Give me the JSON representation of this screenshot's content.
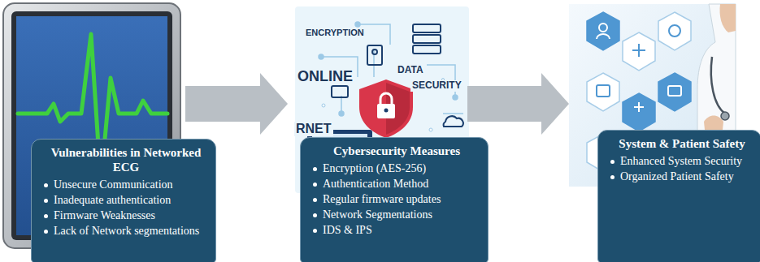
{
  "diagram": {
    "nodes": [
      {
        "text": [
          "Vulnerabilities in Networked ECG",
          "Unsecure Communication",
          "Inadequate authentication",
          "Firmware Weaknesses",
          "Lack of Network segmentations"
        ]
      },
      {
        "text": [
          "Cybersecurity Measures",
          "Encryption (AES-256)",
          "Authentication Method",
          "Regular firmware updates",
          "Network Segmentations",
          "IDS & IPS"
        ]
      },
      {
        "text": [
          "System & Patient Safety",
          "Enhanced System Security",
          "Organized Patient Safety"
        ]
      }
    ],
    "edges": [
      {
        "from": 0,
        "to": 1,
        "arrow": "to"
      },
      {
        "from": 1,
        "to": 2,
        "arrow": "to"
      }
    ],
    "labels": [
      "ENCRYPTION",
      "ONLINE",
      "DATA",
      "SECURITY",
      "RNET"
    ]
  }
}
